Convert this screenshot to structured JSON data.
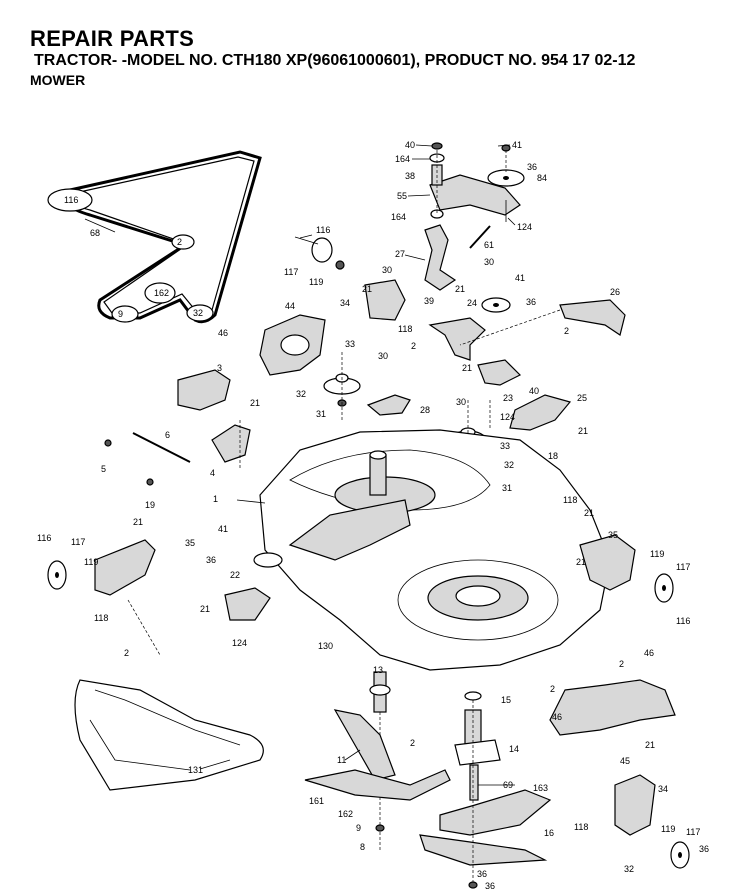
{
  "header": {
    "title": "REPAIR PARTS",
    "subtitle": "TRACTOR- -MODEL NO. CTH180 XP(96061000601), PRODUCT NO. 954 17 02-12",
    "section": "MOWER"
  },
  "labels": [
    {
      "id": "l40a",
      "text": "40"
    },
    {
      "id": "l41a",
      "text": "41"
    },
    {
      "id": "l164a",
      "text": "164"
    },
    {
      "id": "l36a",
      "text": "36"
    },
    {
      "id": "l38",
      "text": "38"
    },
    {
      "id": "l84",
      "text": "84"
    },
    {
      "id": "l55",
      "text": "55"
    },
    {
      "id": "l164b",
      "text": "164"
    },
    {
      "id": "l124a",
      "text": "124"
    },
    {
      "id": "l61",
      "text": "61"
    },
    {
      "id": "l27",
      "text": "27"
    },
    {
      "id": "l30a",
      "text": "30"
    },
    {
      "id": "l30b",
      "text": "30"
    },
    {
      "id": "l41b",
      "text": "41"
    },
    {
      "id": "l21a",
      "text": "21"
    },
    {
      "id": "l21b",
      "text": "21"
    },
    {
      "id": "l39",
      "text": "39"
    },
    {
      "id": "l36b",
      "text": "36"
    },
    {
      "id": "l26",
      "text": "26"
    },
    {
      "id": "l34a",
      "text": "34"
    },
    {
      "id": "l118a",
      "text": "118"
    },
    {
      "id": "l24",
      "text": "24"
    },
    {
      "id": "l2a",
      "text": "2"
    },
    {
      "id": "l116a",
      "text": "116"
    },
    {
      "id": "l117a",
      "text": "117"
    },
    {
      "id": "l119a",
      "text": "119"
    },
    {
      "id": "l68",
      "text": "68"
    },
    {
      "id": "l44",
      "text": "44"
    },
    {
      "id": "l46a",
      "text": "46"
    },
    {
      "id": "l33a",
      "text": "33"
    },
    {
      "id": "l2b",
      "text": "2"
    },
    {
      "id": "l30c",
      "text": "30"
    },
    {
      "id": "l21c",
      "text": "21"
    },
    {
      "id": "l23",
      "text": "23"
    },
    {
      "id": "l40b",
      "text": "40"
    },
    {
      "id": "l25",
      "text": "25"
    },
    {
      "id": "l3",
      "text": "3"
    },
    {
      "id": "l32a",
      "text": "32"
    },
    {
      "id": "l28",
      "text": "28"
    },
    {
      "id": "l30d",
      "text": "30"
    },
    {
      "id": "l124b",
      "text": "124"
    },
    {
      "id": "l31a",
      "text": "31"
    },
    {
      "id": "l21d",
      "text": "21"
    },
    {
      "id": "l6",
      "text": "6"
    },
    {
      "id": "l33b",
      "text": "33"
    },
    {
      "id": "l18",
      "text": "18"
    },
    {
      "id": "l21e",
      "text": "21"
    },
    {
      "id": "l32b",
      "text": "32"
    },
    {
      "id": "l5",
      "text": "5"
    },
    {
      "id": "l4",
      "text": "4"
    },
    {
      "id": "l31b",
      "text": "31"
    },
    {
      "id": "l19",
      "text": "19"
    },
    {
      "id": "l1",
      "text": "1"
    },
    {
      "id": "l118b",
      "text": "118"
    },
    {
      "id": "l21f",
      "text": "21"
    },
    {
      "id": "l41c",
      "text": "41"
    },
    {
      "id": "l35a",
      "text": "35"
    },
    {
      "id": "l116b",
      "text": "116"
    },
    {
      "id": "l117b",
      "text": "117"
    },
    {
      "id": "l21g",
      "text": "21"
    },
    {
      "id": "l35b",
      "text": "35"
    },
    {
      "id": "l36c",
      "text": "36"
    },
    {
      "id": "l119b",
      "text": "119"
    },
    {
      "id": "l21h",
      "text": "21"
    },
    {
      "id": "l117c",
      "text": "117"
    },
    {
      "id": "l119c",
      "text": "119"
    },
    {
      "id": "l22",
      "text": "22"
    },
    {
      "id": "l116c",
      "text": "116"
    },
    {
      "id": "l118c",
      "text": "118"
    },
    {
      "id": "l21i",
      "text": "21"
    },
    {
      "id": "l2c",
      "text": "2"
    },
    {
      "id": "l124c",
      "text": "124"
    },
    {
      "id": "l130",
      "text": "130"
    },
    {
      "id": "l2d",
      "text": "2"
    },
    {
      "id": "l46b",
      "text": "46"
    },
    {
      "id": "l13",
      "text": "13"
    },
    {
      "id": "l2e",
      "text": "2"
    },
    {
      "id": "l15",
      "text": "15"
    },
    {
      "id": "l46c",
      "text": "46"
    },
    {
      "id": "l2f",
      "text": "2"
    },
    {
      "id": "l14",
      "text": "14"
    },
    {
      "id": "l11",
      "text": "11"
    },
    {
      "id": "l45",
      "text": "45"
    },
    {
      "id": "l21j",
      "text": "21"
    },
    {
      "id": "l131",
      "text": "131"
    },
    {
      "id": "l69",
      "text": "69"
    },
    {
      "id": "l34b",
      "text": "34"
    },
    {
      "id": "l161",
      "text": "161"
    },
    {
      "id": "l163",
      "text": "163"
    },
    {
      "id": "l162a",
      "text": "162"
    },
    {
      "id": "l9a",
      "text": "9"
    },
    {
      "id": "l16",
      "text": "16"
    },
    {
      "id": "l118d",
      "text": "118"
    },
    {
      "id": "l8",
      "text": "8"
    },
    {
      "id": "l119d",
      "text": "119"
    },
    {
      "id": "l117d",
      "text": "117"
    },
    {
      "id": "l116d",
      "text": "116"
    },
    {
      "id": "l2g",
      "text": "2"
    },
    {
      "id": "l162b",
      "text": "162"
    },
    {
      "id": "l9b",
      "text": "9"
    },
    {
      "id": "b32a",
      "text": "32"
    },
    {
      "id": "b36a",
      "text": "36"
    },
    {
      "id": "b32b",
      "text": "32"
    },
    {
      "id": "b36b",
      "text": "36"
    },
    {
      "id": "b36c",
      "text": "36"
    }
  ]
}
